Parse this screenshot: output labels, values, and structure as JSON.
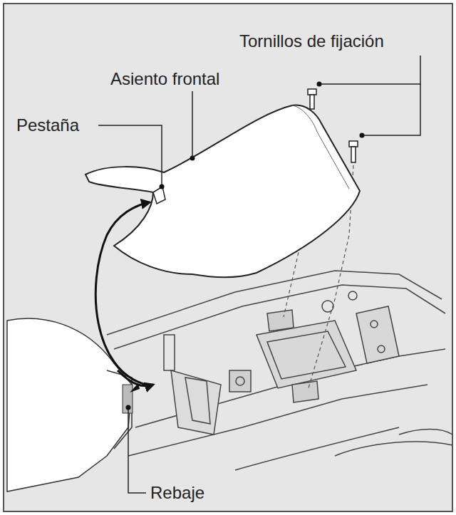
{
  "diagram": {
    "labels": [
      "Tornillos de fijación",
      "Asiento frontal",
      "Pestaña",
      "Rebaje"
    ]
  }
}
